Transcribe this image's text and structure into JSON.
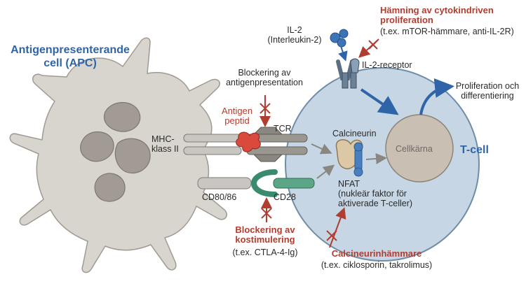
{
  "apc_label": {
    "line1": "Antigenpresenterande",
    "line2": "cell (APC)"
  },
  "tcell_label": "T-cell",
  "il2": {
    "line1": "IL-2",
    "line2": "(Interleukin-2)"
  },
  "il2_receptor": "IL-2-receptor",
  "cytokine_inhibition": {
    "title_line1": "Hämning av cytokindriven",
    "title_line2": "proliferation",
    "example": "(t.ex. mTOR-hämmare, anti-IL-2R)"
  },
  "proliferation": {
    "line1": "Proliferation och",
    "line2": "differentiering"
  },
  "antigen_block": {
    "line1": "Blockering av",
    "line2": "antigenpresentation"
  },
  "antigen_peptide": {
    "line1": "Antigen",
    "line2": "peptid"
  },
  "mhc": {
    "line1": "MHC-",
    "line2": "klass II"
  },
  "tcr": "TCR",
  "calcineurin": "Calcineurin",
  "nucleus": "Cellkärna",
  "nfat": {
    "line1": "NFAT",
    "line2": "(nukleär faktor för",
    "line3": "aktiverade T-celler)"
  },
  "cd80": "CD80/86",
  "cd28": "CD28",
  "costim_block": {
    "line1": "Blockering av",
    "line2": "kostimulering",
    "example": "(t.ex. CTLA-4-Ig)"
  },
  "calcineurin_inhibitors": {
    "title": "Calcineurinhämmare",
    "example": "(t.ex. ciklosporin, takrolimus)"
  },
  "colors": {
    "apc_fill": "#d8d4ce",
    "tcell_fill": "#c6d6e5",
    "blue": "#2f65a8",
    "red": "#b13d30",
    "green": "#3a8b6e"
  }
}
